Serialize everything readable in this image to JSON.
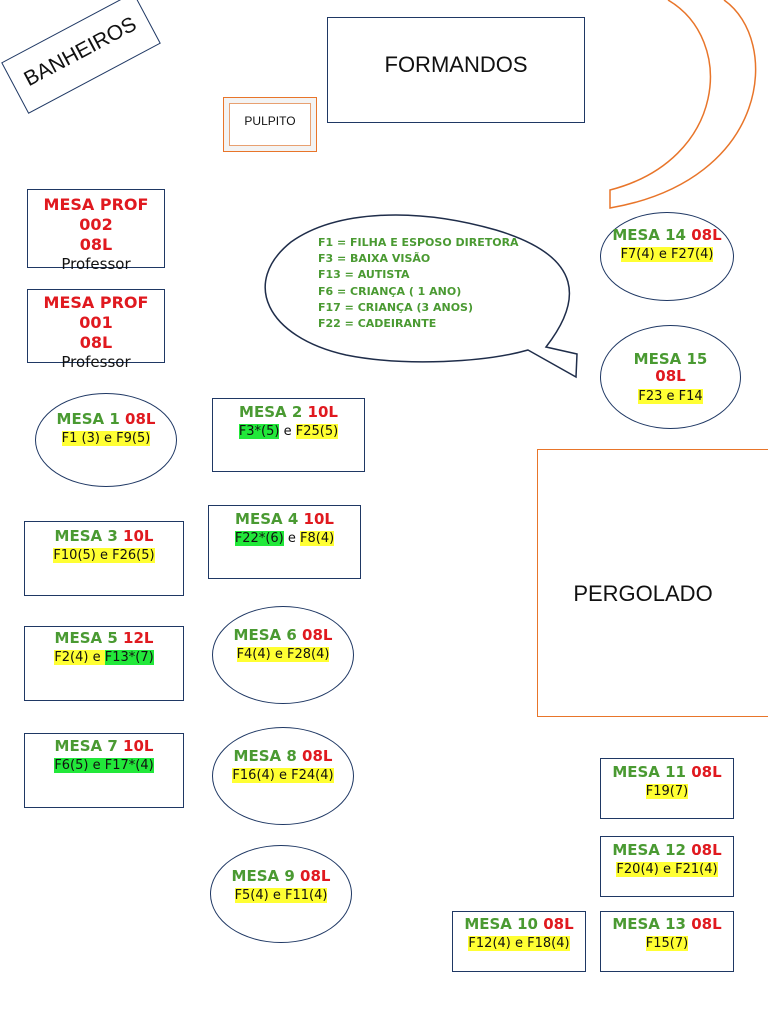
{
  "labels": {
    "banheiros": "BANHEIROS",
    "formandos": "FORMANDOS",
    "pulpito": "PULPITO",
    "pergolado": "PERGOLADO"
  },
  "legend": [
    "F1 = FILHA E ESPOSO DIRETORA",
    "F3 = BAIXA VISÃO",
    "F13 = AUTISTA",
    "F6 = CRIANÇA ( 1 ANO)",
    "F17 = CRIANÇA (3 ANOS)",
    "F22 = CADEIRANTE"
  ],
  "prof_tables": [
    {
      "title": "MESA PROF 002",
      "cap": "08L",
      "role": "Professor"
    },
    {
      "title": "MESA PROF 001",
      "cap": "08L",
      "role": "Professor"
    }
  ],
  "tables": [
    {
      "title": "MESA 1",
      "cap": "08L",
      "fam": [
        {
          "t": "F1 (3) e F9(5)",
          "h": "y"
        }
      ]
    },
    {
      "title": "MESA 2",
      "cap": "10L",
      "fam": [
        {
          "t": "F3*(5)",
          "h": "g"
        },
        {
          "t": " e ",
          "h": ""
        },
        {
          "t": "F25(5)",
          "h": "y"
        }
      ]
    },
    {
      "title": "MESA 3",
      "cap": "10L",
      "fam": [
        {
          "t": "F10(5) e F26(5)",
          "h": "y"
        }
      ]
    },
    {
      "title": "MESA 4",
      "cap": "10L",
      "fam": [
        {
          "t": "F22*(6)",
          "h": "g"
        },
        {
          "t": " e ",
          "h": ""
        },
        {
          "t": "F8(4)",
          "h": "y"
        }
      ]
    },
    {
      "title": "MESA 5",
      "cap": "12L",
      "fam": [
        {
          "t": "F2(4) e ",
          "h": "y"
        },
        {
          "t": "F13*(7)",
          "h": "g"
        }
      ]
    },
    {
      "title": "MESA 6",
      "cap": "08L",
      "fam": [
        {
          "t": "F4(4) e F28(4)",
          "h": "y"
        }
      ]
    },
    {
      "title": "MESA 7",
      "cap": "10L",
      "fam": [
        {
          "t": "F6(5) e F17*(4)",
          "h": "g"
        }
      ]
    },
    {
      "title": "MESA 8",
      "cap": "08L",
      "fam": [
        {
          "t": "F16(4) e F24(4)",
          "h": "y"
        }
      ]
    },
    {
      "title": "MESA 9",
      "cap": "08L",
      "fam": [
        {
          "t": "F5(4) e F11(4)",
          "h": "y"
        }
      ]
    },
    {
      "title": "MESA 10",
      "cap": "08L",
      "fam": [
        {
          "t": "F12(4) e F18(4)",
          "h": "y"
        }
      ]
    },
    {
      "title": "MESA 11",
      "cap": "08L",
      "fam": [
        {
          "t": "F19(7)",
          "h": "y"
        }
      ]
    },
    {
      "title": "MESA 12",
      "cap": "08L",
      "fam": [
        {
          "t": "F20(4) e F21(4)",
          "h": "y"
        }
      ]
    },
    {
      "title": "MESA 13",
      "cap": "08L",
      "fam": [
        {
          "t": "F15(7)",
          "h": "y"
        }
      ]
    },
    {
      "title": "MESA 14",
      "cap": "08L",
      "fam": [
        {
          "t": "F7(4) e F27(4)",
          "h": "y"
        }
      ]
    },
    {
      "title": "MESA 15",
      "cap": "08L",
      "fam": [
        {
          "t": "F23 e F14",
          "h": "y"
        }
      ]
    }
  ],
  "colors": {
    "title_green": "#4a9a32",
    "capacity_red": "#e0191f",
    "highlight_yellow": "#ffff33",
    "highlight_green": "#22e83a",
    "border_navy": "#1f3864",
    "accent_orange": "#e8752a"
  }
}
